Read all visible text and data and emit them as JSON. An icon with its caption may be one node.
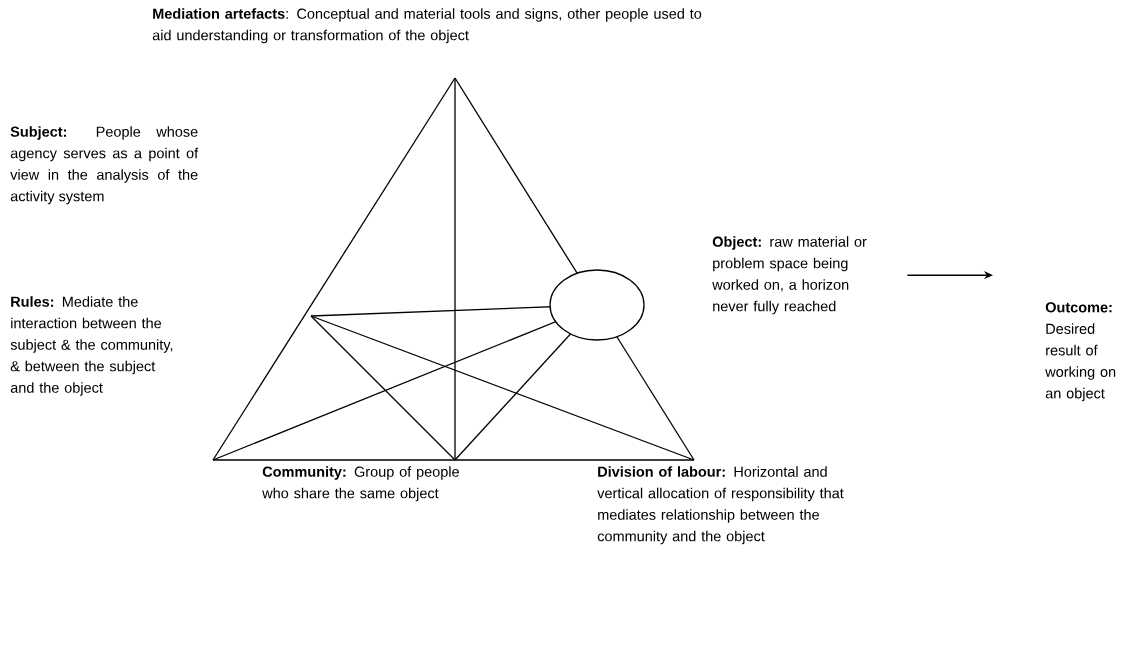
{
  "diagram": {
    "nodes": [
      {
        "text": [
          "**Mediation artefacts**: Conceptual and material tools and signs, other people used to aid understanding or transformation of the object"
        ]
      },
      {
        "text": [
          "**Subject:** People whose agency serves as a point of view in the analysis of the activity system"
        ]
      },
      {
        "text": [
          "**Object:** raw material or problem space being worked on, a horizon never fully reached"
        ]
      },
      {
        "text": [
          "**Outcome:** Desired result of working on an object"
        ]
      },
      {
        "text": [
          "**Rules:** Mediate the interaction between the subject & the community, & between the subject and the object"
        ]
      },
      {
        "text": [
          "**Community:** Group of people who share the same object"
        ]
      },
      {
        "text": [
          "**Division of labour:** Horizontal and vertical allocation of responsibility that mediates relationship between the community and the object"
        ]
      }
    ],
    "edges": [
      {
        "from": 2,
        "to": 3,
        "arrow": "to"
      }
    ]
  }
}
